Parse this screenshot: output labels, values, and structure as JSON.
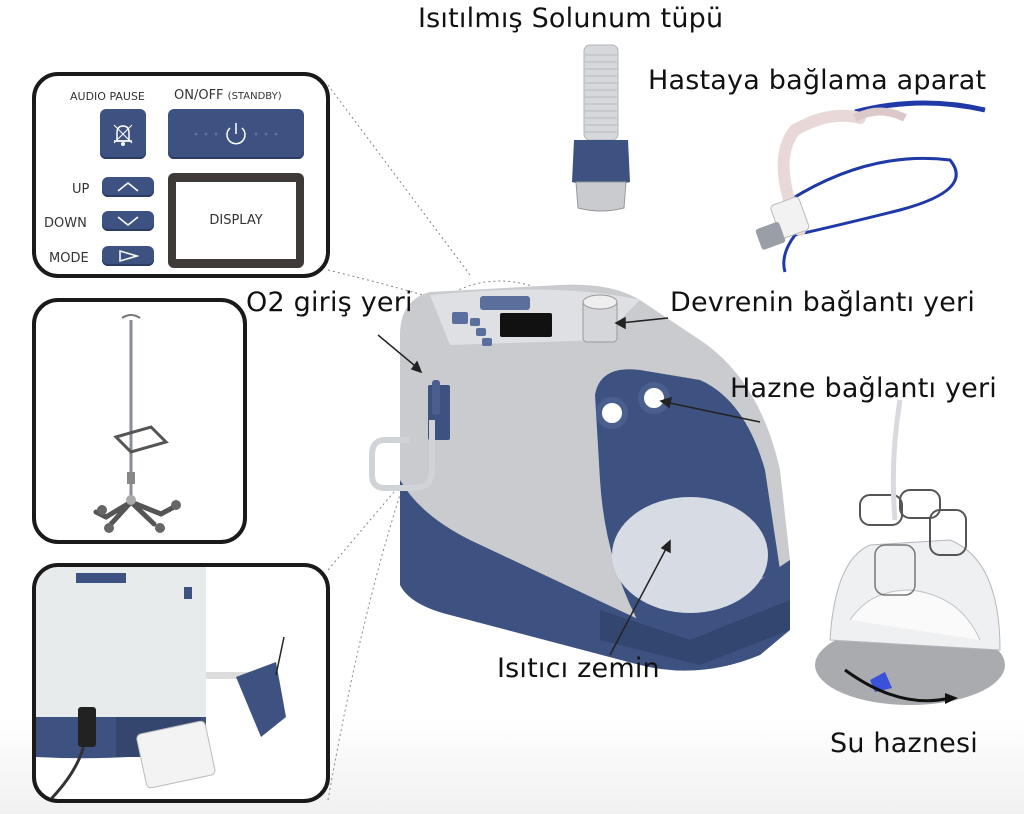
{
  "labels": {
    "heated_tube": "Isıtılmış Solunum tüpü",
    "patient_interface": "Hastaya bağlama aparat",
    "o2_inlet": "O2 giriş yeri",
    "circuit_port": "Devrenin bağlantı yeri",
    "chamber_port": "Hazne bağlantı yeri",
    "heater_plate": "Isıtıcı zemin",
    "water_chamber": "Su haznesi"
  },
  "control_panel": {
    "audio_pause": "AUDIO PAUSE",
    "on_off": "ON/OFF",
    "standby": "(STANDBY)",
    "up": "UP",
    "down": "DOWN",
    "mode": "MODE",
    "display": "DISPLAY",
    "icons": [
      "bell-mute-icon",
      "power-icon",
      "chevron-up-icon",
      "chevron-down-icon",
      "play-triangle-icon"
    ]
  },
  "insets": [
    "control-panel-detail",
    "iv-pole-stand",
    "rear-filter-mount"
  ],
  "colors": {
    "device_blue": "#3d5281",
    "device_grey": "#c9cbcf",
    "strap_blue": "#1f3aa8",
    "border": "#1a1a1a"
  }
}
